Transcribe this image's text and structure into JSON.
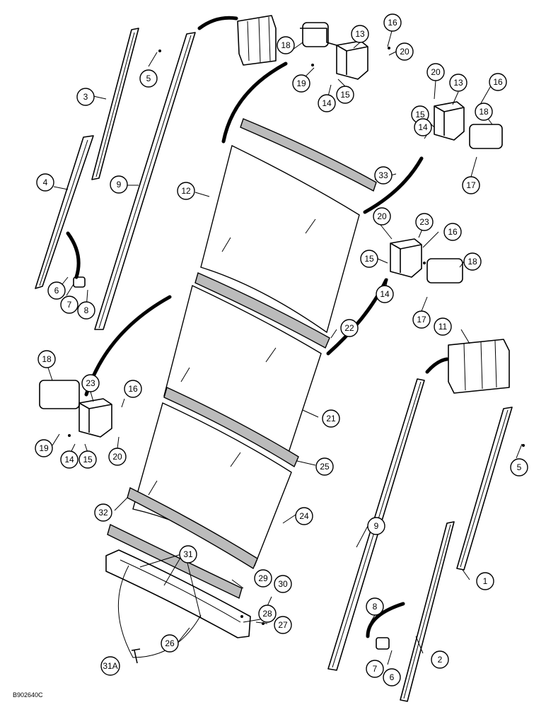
{
  "drawing_ref": "B902640C",
  "callouts": [
    {
      "id": "c-13a",
      "label": "13"
    },
    {
      "id": "c-16a",
      "label": "16"
    },
    {
      "id": "c-18a",
      "label": "18"
    },
    {
      "id": "c-20a",
      "label": "20"
    },
    {
      "id": "c-5a",
      "label": "5"
    },
    {
      "id": "c-19a",
      "label": "19"
    },
    {
      "id": "c-15a",
      "label": "15"
    },
    {
      "id": "c-14a",
      "label": "14"
    },
    {
      "id": "c-3",
      "label": "3"
    },
    {
      "id": "c-20b",
      "label": "20"
    },
    {
      "id": "c-13b",
      "label": "13"
    },
    {
      "id": "c-16b",
      "label": "16"
    },
    {
      "id": "c-18b",
      "label": "18"
    },
    {
      "id": "c-15b",
      "label": "15"
    },
    {
      "id": "c-14b",
      "label": "14"
    },
    {
      "id": "c-4",
      "label": "4"
    },
    {
      "id": "c-9a",
      "label": "9"
    },
    {
      "id": "c-12",
      "label": "12"
    },
    {
      "id": "c-17a",
      "label": "17"
    },
    {
      "id": "c-33",
      "label": "33"
    },
    {
      "id": "c-20c",
      "label": "20"
    },
    {
      "id": "c-23a",
      "label": "23"
    },
    {
      "id": "c-16c",
      "label": "16"
    },
    {
      "id": "c-15c",
      "label": "15"
    },
    {
      "id": "c-18c",
      "label": "18"
    },
    {
      "id": "c-14c",
      "label": "14"
    },
    {
      "id": "c-6a",
      "label": "6"
    },
    {
      "id": "c-7a",
      "label": "7"
    },
    {
      "id": "c-8a",
      "label": "8"
    },
    {
      "id": "c-17b",
      "label": "17"
    },
    {
      "id": "c-22",
      "label": "22"
    },
    {
      "id": "c-11",
      "label": "11"
    },
    {
      "id": "c-18d",
      "label": "18"
    },
    {
      "id": "c-23b",
      "label": "23"
    },
    {
      "id": "c-16d",
      "label": "16"
    },
    {
      "id": "c-21",
      "label": "21"
    },
    {
      "id": "c-19b",
      "label": "19"
    },
    {
      "id": "c-14d",
      "label": "14"
    },
    {
      "id": "c-15d",
      "label": "15"
    },
    {
      "id": "c-20d",
      "label": "20"
    },
    {
      "id": "c-5b",
      "label": "5"
    },
    {
      "id": "c-25",
      "label": "25"
    },
    {
      "id": "c-32",
      "label": "32"
    },
    {
      "id": "c-24",
      "label": "24"
    },
    {
      "id": "c-9b",
      "label": "9"
    },
    {
      "id": "c-31",
      "label": "31"
    },
    {
      "id": "c-1",
      "label": "1"
    },
    {
      "id": "c-29",
      "label": "29"
    },
    {
      "id": "c-30",
      "label": "30"
    },
    {
      "id": "c-8b",
      "label": "8"
    },
    {
      "id": "c-28",
      "label": "28"
    },
    {
      "id": "c-27",
      "label": "27"
    },
    {
      "id": "c-26",
      "label": "26"
    },
    {
      "id": "c-2",
      "label": "2"
    },
    {
      "id": "c-7b",
      "label": "7"
    },
    {
      "id": "c-6b",
      "label": "6"
    },
    {
      "id": "c-31a",
      "label": "31A"
    }
  ]
}
